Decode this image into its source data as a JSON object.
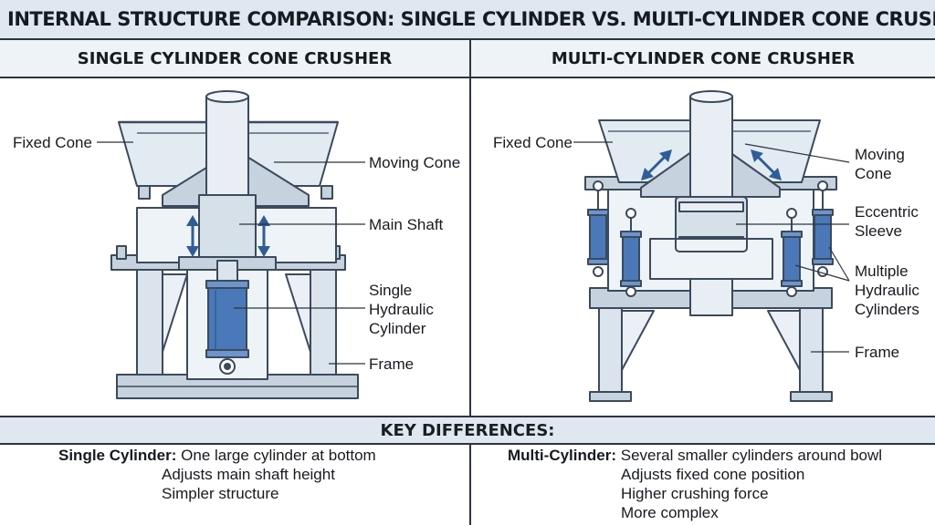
{
  "title": "INTERNAL STRUCTURE COMPARISON: SINGLE CYLINDER VS. MULTI-CYLINDER CONE CRUSHER",
  "left_panel": {
    "heading": "SINGLE CYLINDER CONE CRUSHER",
    "labels": {
      "fixed_cone": "Fixed Cone",
      "moving_cone": "Moving Cone",
      "main_shaft": "Main Shaft",
      "cylinder_1": "Single",
      "cylinder_2": "Hydraulic",
      "cylinder_3": "Cylinder",
      "frame": "Frame"
    }
  },
  "right_panel": {
    "heading": "MULTI-CYLINDER CONE CRUSHER",
    "labels": {
      "fixed_cone": "Fixed Cone",
      "moving_cone_1": "Moving",
      "moving_cone_2": "Cone",
      "eccentric_1": "Eccentric",
      "eccentric_2": "Sleeve",
      "cylinders_1": "Multiple",
      "cylinders_2": "Hydraulic",
      "cylinders_3": "Cylinders",
      "frame": "Frame"
    }
  },
  "key": {
    "heading": "KEY DIFFERENCES:",
    "single": {
      "name": "Single Cylinder:",
      "points": [
        "One large cylinder at bottom",
        "Adjusts main shaft height",
        "Simpler structure"
      ]
    },
    "multi": {
      "name": "Multi-Cylinder:",
      "points": [
        "Several smaller cylinders around bowl",
        "Adjusts fixed cone position",
        "Higher crushing force",
        "More complex"
      ]
    }
  },
  "colors": {
    "line": "#3b4a5c",
    "steel_light": "#e3ebf2",
    "steel_mid": "#c6d3df",
    "hydraulic_blue": "#4a78b8",
    "arrow_blue": "#2f5d95"
  }
}
